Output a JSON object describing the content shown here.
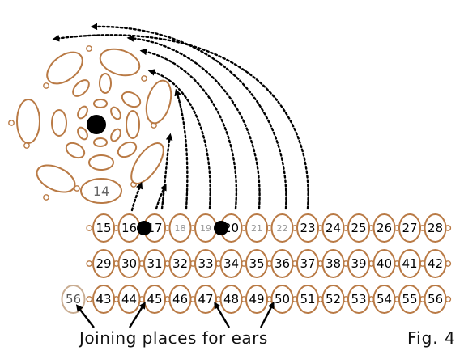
{
  "rows": [
    {
      "id": "row-1",
      "beads": [
        "15",
        "16",
        "17",
        "18",
        "19",
        "20",
        "21",
        "22",
        "23",
        "24",
        "25",
        "26",
        "27",
        "28"
      ]
    },
    {
      "id": "row-2",
      "beads": [
        "29",
        "30",
        "31",
        "32",
        "33",
        "34",
        "35",
        "36",
        "37",
        "38",
        "39",
        "40",
        "41",
        "42"
      ]
    },
    {
      "id": "row-3",
      "beads": [
        "43",
        "44",
        "45",
        "46",
        "47",
        "48",
        "49",
        "50",
        "51",
        "52",
        "53",
        "54",
        "55",
        "56"
      ]
    }
  ],
  "small_labels": [
    "18",
    "19",
    "21",
    "22"
  ],
  "faded_bead_label": "56",
  "center_bead_label": "14",
  "caption_joining": "Joining places for ears",
  "caption_fig": "Fig. 4",
  "colors": {
    "bead_outline": "#b97a45",
    "faded_outline": "#c9ad92",
    "marker": "#000000"
  }
}
